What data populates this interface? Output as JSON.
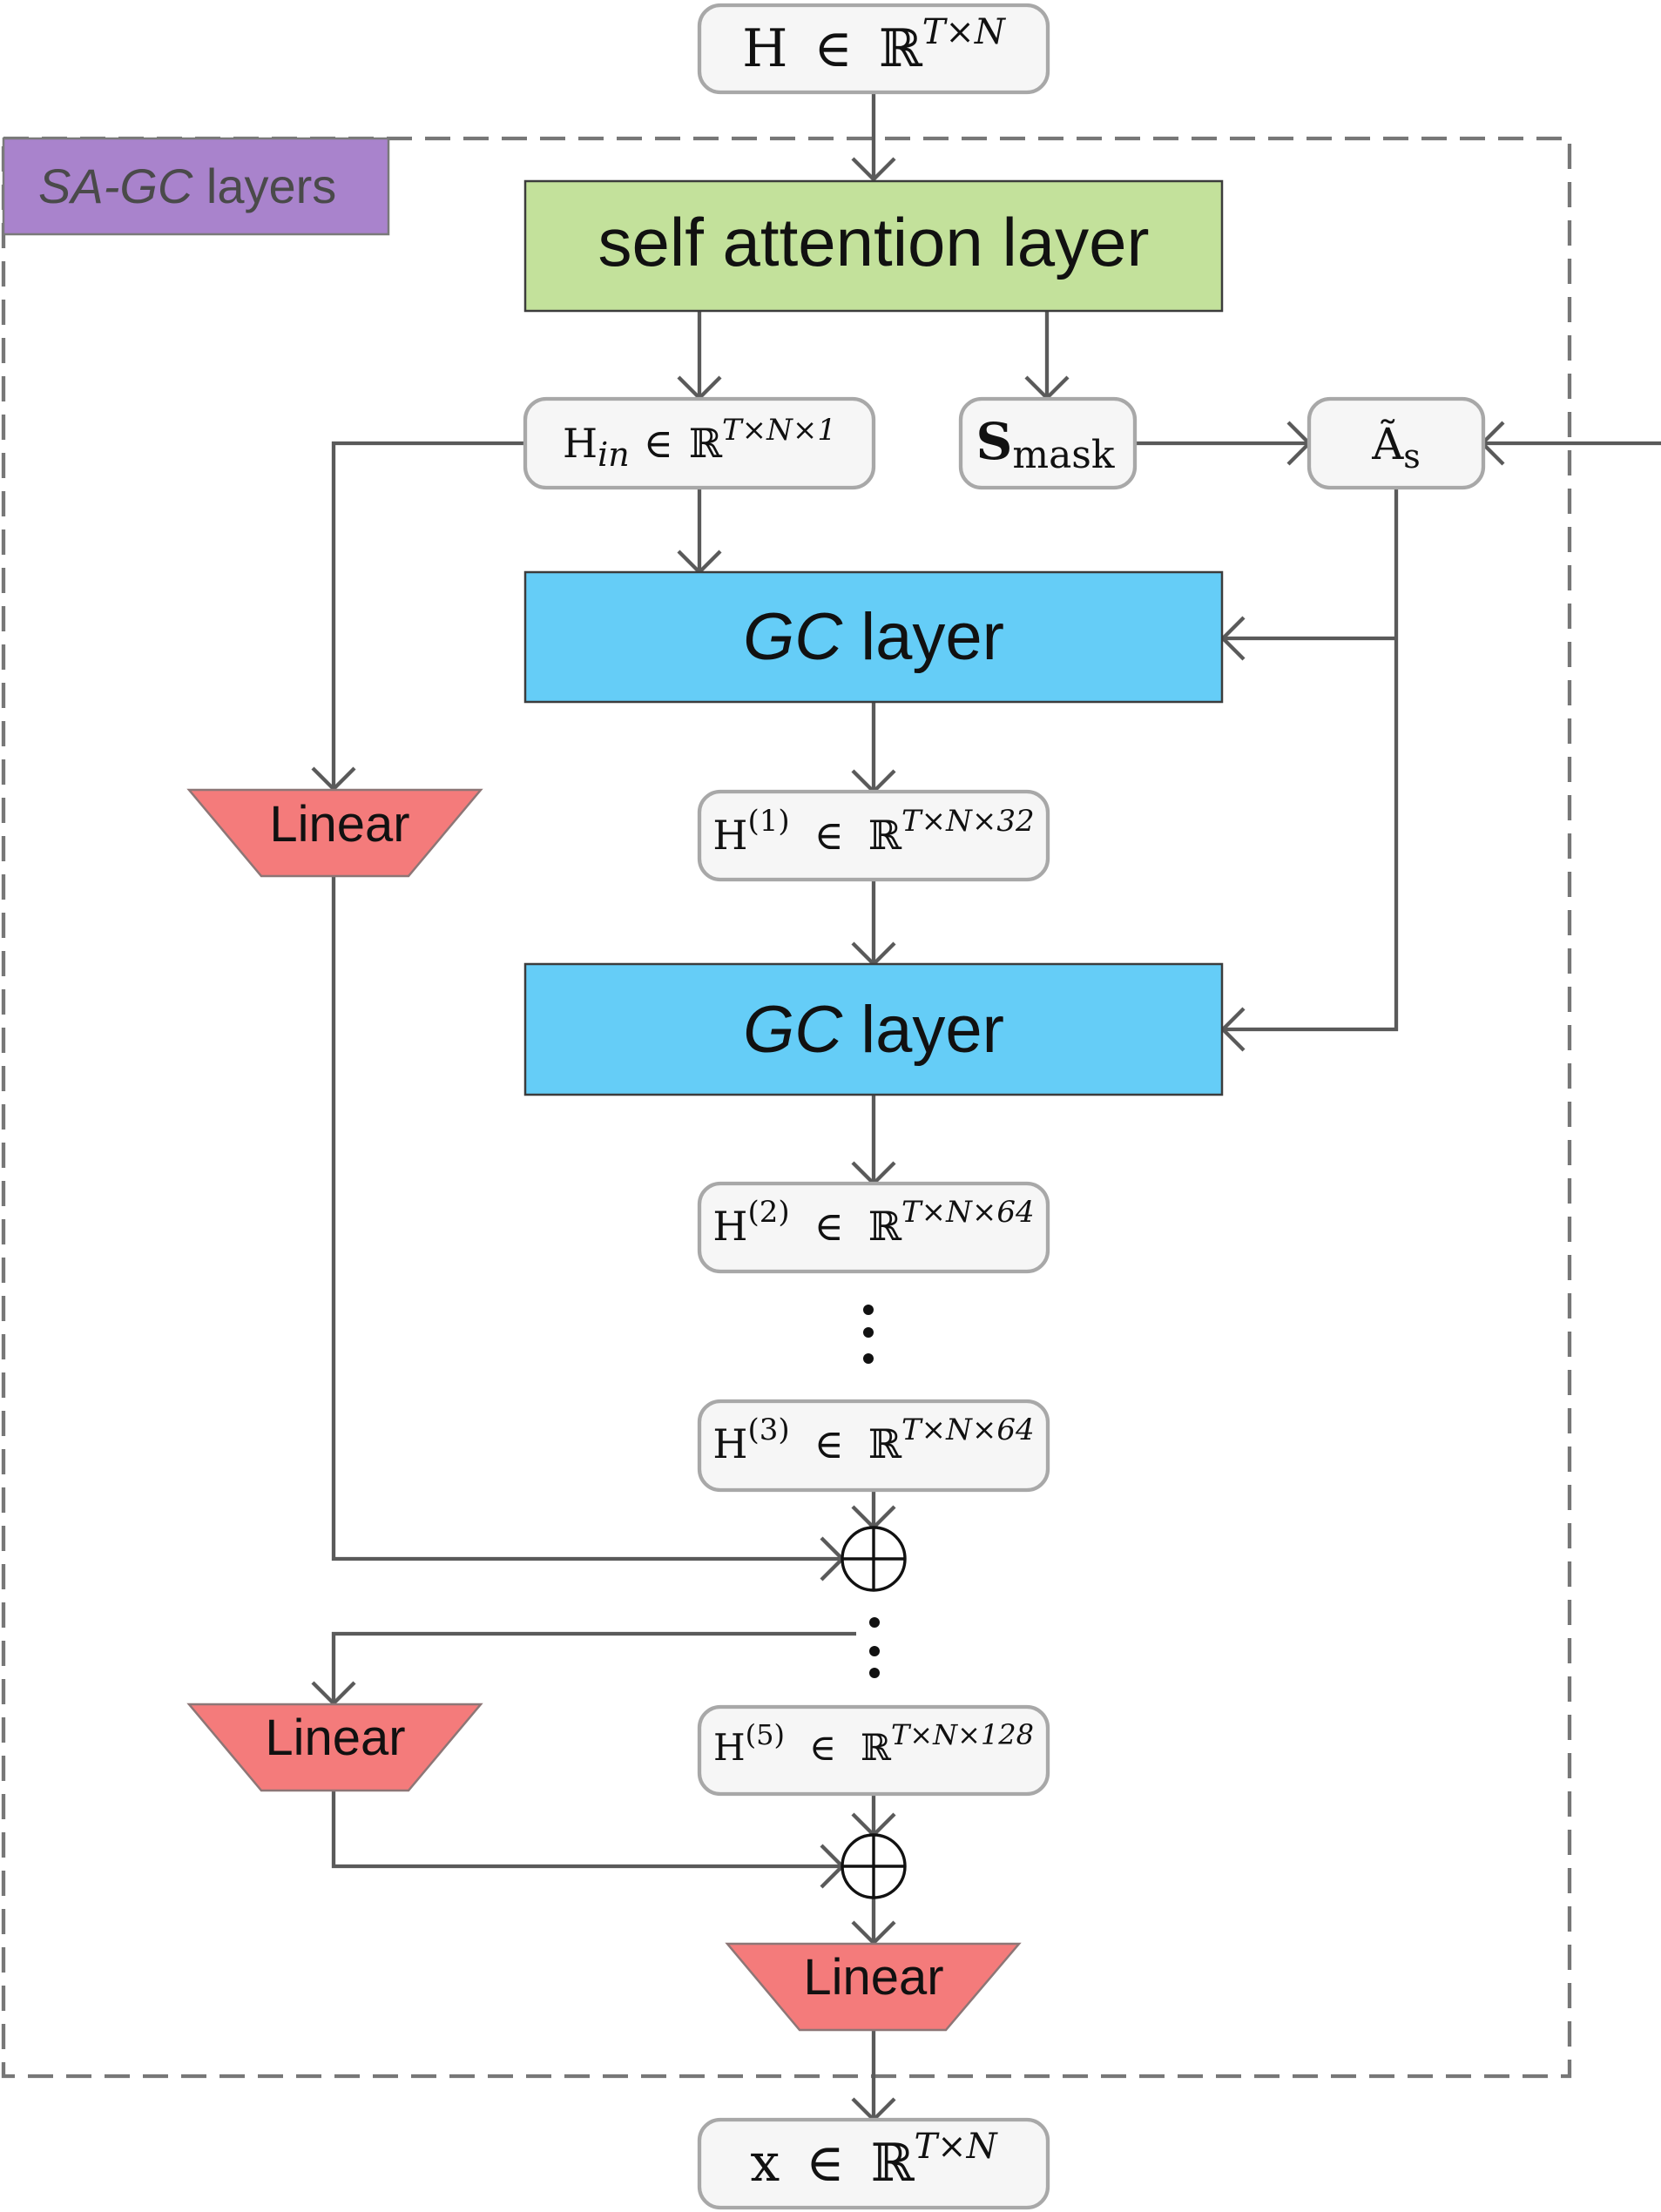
{
  "group": {
    "label_italic": "SA-GC",
    "label_rest": " layers",
    "colors": {
      "tag": "#a983cc",
      "border": "#777777"
    }
  },
  "input": {
    "symbol": "H",
    "rel": "∈",
    "field": "ℝ",
    "sup": "T×N"
  },
  "output": {
    "symbol": "x",
    "rel": "∈",
    "field": "ℝ",
    "sup": "T×N"
  },
  "self_attention": {
    "label": "self attention layer",
    "color": "#c3e19b"
  },
  "h_in": {
    "symbol": "H",
    "sub": "in",
    "rel": "∈",
    "field": "ℝ",
    "sup": "T×N×1"
  },
  "s_mask": {
    "symbol": "S",
    "sub": "mask"
  },
  "a_s": {
    "symbol": "Ã",
    "sub": "s"
  },
  "gc_layers": [
    {
      "label_italic": "GC",
      "label_rest": " layer"
    },
    {
      "label_italic": "GC",
      "label_rest": " layer"
    }
  ],
  "gc_color": "#65cdf7",
  "linear_color": "#f47b7b",
  "hidden": [
    {
      "symbol": "H",
      "sup_left": "(1)",
      "rel": "∈",
      "field": "ℝ",
      "sup": "T×N×32"
    },
    {
      "symbol": "H",
      "sup_left": "(2)",
      "rel": "∈",
      "field": "ℝ",
      "sup": "T×N×64"
    },
    {
      "symbol": "H",
      "sup_left": "(3)",
      "rel": "∈",
      "field": "ℝ",
      "sup": "T×N×64"
    },
    {
      "symbol": "H",
      "sup_left": "(5)",
      "rel": "∈",
      "field": "ℝ",
      "sup": "T×N×128"
    }
  ],
  "linear_labels": [
    "Linear",
    "Linear",
    "Linear"
  ]
}
